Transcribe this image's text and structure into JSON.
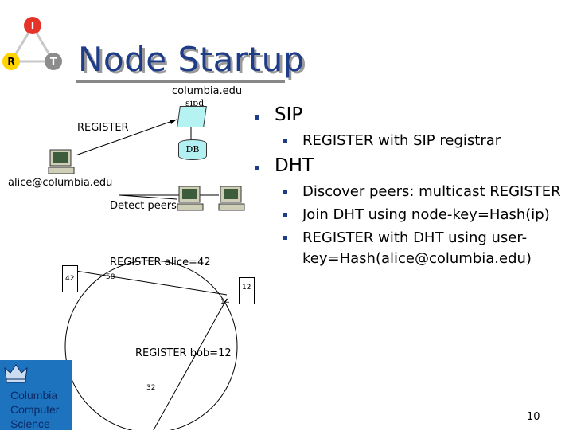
{
  "title": "Node Startup",
  "logo": {
    "top": "I",
    "left": "R",
    "right": "T",
    "colors": {
      "top": "#e6332a",
      "left": "#ffd400",
      "right": "#8c8c8c"
    }
  },
  "diagram": {
    "server_domain": "columbia.edu",
    "server_label": "sipd",
    "db_label": "DB",
    "register_label": "REGISTER",
    "alice_label": "alice@columbia.edu",
    "detect_peers": "Detect peers",
    "register_alice": "REGISTER alice=42",
    "register_bob": "REGISTER bob=12",
    "node_42": "42",
    "node_58": "58",
    "node_12": "12",
    "node_14": "14",
    "node_32": "32"
  },
  "bullets": {
    "sip": "SIP",
    "sip_items": [
      "REGISTER with SIP registrar"
    ],
    "dht": "DHT",
    "dht_items": [
      "Discover peers: multicast REGISTER",
      "Join DHT using node-key=Hash(ip)",
      "REGISTER with DHT using user-",
      "key=Hash(alice@columbia.edu)"
    ]
  },
  "footer": {
    "school": [
      "Columbia",
      "Computer",
      "Science"
    ],
    "page_number": "10"
  }
}
